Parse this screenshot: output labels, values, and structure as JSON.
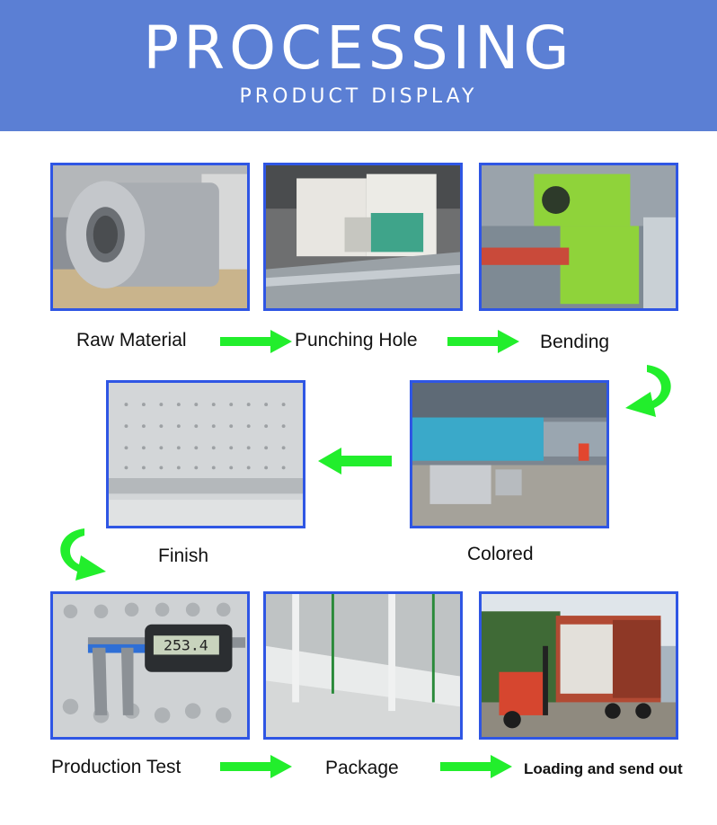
{
  "header": {
    "title": "PROCESSING",
    "subtitle": "PRODUCT DISPLAY",
    "background": "#5b7fd4"
  },
  "steps": [
    {
      "label": "Raw Material"
    },
    {
      "label": "Punching Hole"
    },
    {
      "label": "Bending"
    },
    {
      "label": "Colored"
    },
    {
      "label": "Finish"
    },
    {
      "label": "Production Test"
    },
    {
      "label": "Package"
    },
    {
      "label": "Loading and send out"
    }
  ],
  "caliper_reading": "253.4",
  "colors": {
    "frame": "#2f56e4",
    "arrow": "#22ee2c"
  }
}
